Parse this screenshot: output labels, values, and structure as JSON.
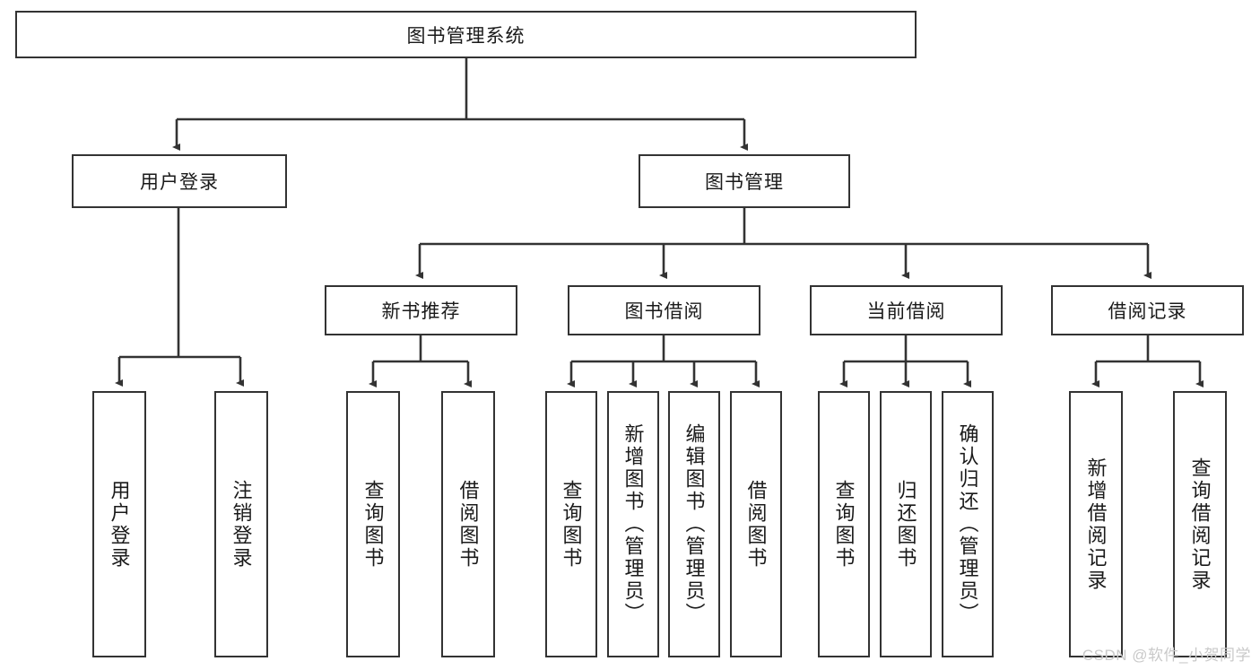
{
  "diagram": {
    "title": "图书管理系统",
    "type": "tree-hierarchy",
    "colors": {
      "background": "#ffffff",
      "box_border": "#333333",
      "box_fill": "#ffffff",
      "text": "#1a1a1a",
      "connector": "#333333",
      "watermark": "#c9c9c9"
    },
    "root": {
      "label": "图书管理系统"
    },
    "level2": [
      {
        "label": "用户登录"
      },
      {
        "label": "图书管理"
      }
    ],
    "level3": [
      {
        "label": "新书推荐"
      },
      {
        "label": "图书借阅"
      },
      {
        "label": "当前借阅"
      },
      {
        "label": "借阅记录"
      }
    ],
    "leaves": {
      "user_login": [
        {
          "label": "用户登录"
        },
        {
          "label": "注销登录"
        }
      ],
      "new_book_recommend": [
        {
          "label": "查询图书"
        },
        {
          "label": "借阅图书"
        }
      ],
      "book_borrow": [
        {
          "label": "查询图书"
        },
        {
          "label": "新增图书（管理员）"
        },
        {
          "label": "编辑图书（管理员）"
        },
        {
          "label": "借阅图书"
        }
      ],
      "current_borrow": [
        {
          "label": "查询图书"
        },
        {
          "label": "归还图书"
        },
        {
          "label": "确认归还（管理员）"
        }
      ],
      "borrow_record": [
        {
          "label": "新增借阅记录"
        },
        {
          "label": "查询借阅记录"
        }
      ]
    }
  },
  "watermark": {
    "text": "CSDN @软件_小贺同学"
  }
}
